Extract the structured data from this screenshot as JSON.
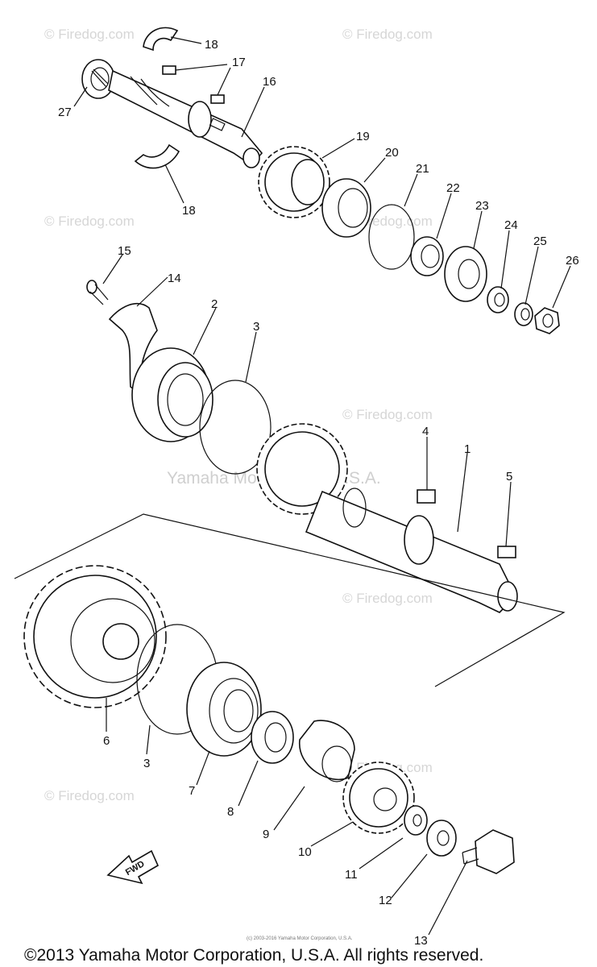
{
  "watermark": {
    "text": "© Firedog.com",
    "center_text": "Yamaha Motor Corp., U.S.A."
  },
  "fine_print": "(c) 2003-2016 Yamaha Motor Corporation, U.S.A.",
  "copyright": "©2013 Yamaha Motor Corporation, U.S.A. All rights reserved.",
  "fwd_label": "FWD",
  "callouts": [
    {
      "id": "18a",
      "label": "18"
    },
    {
      "id": "17",
      "label": "17"
    },
    {
      "id": "16",
      "label": "16"
    },
    {
      "id": "27",
      "label": "27"
    },
    {
      "id": "19",
      "label": "19"
    },
    {
      "id": "20",
      "label": "20"
    },
    {
      "id": "21",
      "label": "21"
    },
    {
      "id": "18b",
      "label": "18"
    },
    {
      "id": "22",
      "label": "22"
    },
    {
      "id": "23",
      "label": "23"
    },
    {
      "id": "24",
      "label": "24"
    },
    {
      "id": "25",
      "label": "25"
    },
    {
      "id": "26",
      "label": "26"
    },
    {
      "id": "15",
      "label": "15"
    },
    {
      "id": "14",
      "label": "14"
    },
    {
      "id": "2",
      "label": "2"
    },
    {
      "id": "3a",
      "label": "3"
    },
    {
      "id": "4",
      "label": "4"
    },
    {
      "id": "1",
      "label": "1"
    },
    {
      "id": "5",
      "label": "5"
    },
    {
      "id": "6",
      "label": "6"
    },
    {
      "id": "3b",
      "label": "3"
    },
    {
      "id": "7",
      "label": "7"
    },
    {
      "id": "8",
      "label": "8"
    },
    {
      "id": "9",
      "label": "9"
    },
    {
      "id": "10",
      "label": "10"
    },
    {
      "id": "11",
      "label": "11"
    },
    {
      "id": "12",
      "label": "12"
    },
    {
      "id": "13",
      "label": "13"
    }
  ]
}
